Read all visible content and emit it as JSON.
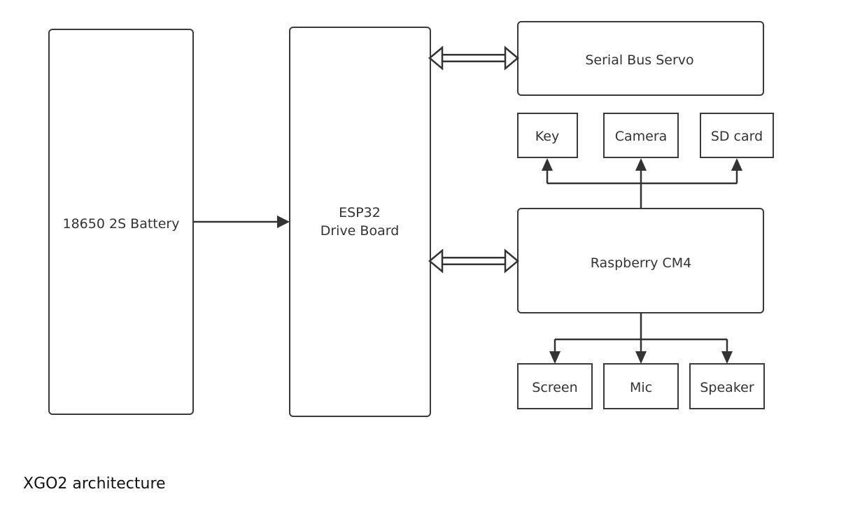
{
  "diagram": {
    "nodes": {
      "battery": "18650 2S Battery",
      "esp32_line1": "ESP32",
      "esp32_line2": "Drive Board",
      "servo": "Serial Bus Servo",
      "key": "Key",
      "camera": "Camera",
      "sdcard": "SD card",
      "cm4": "Raspberry CM4",
      "screen": "Screen",
      "mic": "Mic",
      "speaker": "Speaker"
    },
    "edges": [
      {
        "from": "battery",
        "to": "esp32",
        "style": "single-arrow"
      },
      {
        "from": "esp32",
        "to": "servo",
        "style": "bidirectional-hollow"
      },
      {
        "from": "esp32",
        "to": "cm4",
        "style": "bidirectional-hollow"
      },
      {
        "from": "cm4",
        "to": "key",
        "style": "single-arrow"
      },
      {
        "from": "cm4",
        "to": "camera",
        "style": "single-arrow"
      },
      {
        "from": "cm4",
        "to": "sdcard",
        "style": "single-arrow"
      },
      {
        "from": "cm4",
        "to": "screen",
        "style": "single-arrow"
      },
      {
        "from": "cm4",
        "to": "mic",
        "style": "single-arrow"
      },
      {
        "from": "cm4",
        "to": "speaker",
        "style": "single-arrow"
      }
    ]
  },
  "caption": "XGO2 architecture"
}
